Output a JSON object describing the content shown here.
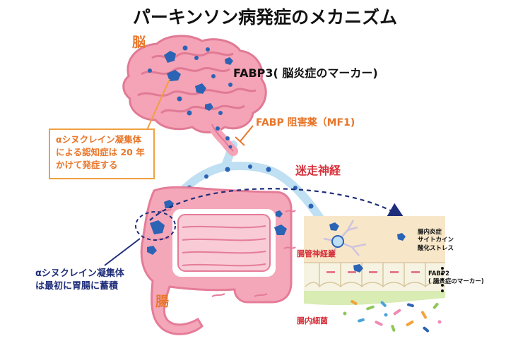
{
  "title": "パーキンソン病発症のメカニズム",
  "labels": {
    "brain": "脳",
    "gut": "腸",
    "fabp3": "FABP3( 脳炎症のマーカー)",
    "inhibitor": "FABP 阻害薬（MF1)",
    "vagus_nerve": "迷走神経",
    "enteric_plexus": "腸管神経叢",
    "gut_flora": "腸内細菌",
    "inflammation": [
      "腸内炎症",
      "サイトカイン",
      "酸化ストレス"
    ],
    "fabp2": [
      "FABP2",
      "( 腸炎症のマーカー)"
    ]
  },
  "notes": {
    "brain_note": [
      "αシヌクレイン凝集体",
      "による認知症は 20 年",
      "かけて発症する"
    ],
    "gut_note": [
      "αシヌクレイン凝集体",
      "は最初に胃腸に蓄積"
    ]
  },
  "colors": {
    "brain": "#f5a3b6",
    "intestine": "#f4a7b9",
    "aggregate": "#2b63b5",
    "nerve": "#bfe0f2",
    "accent_orange": "#e8762a",
    "accent_red": "#d6303a",
    "navy": "#1f2d7a"
  }
}
